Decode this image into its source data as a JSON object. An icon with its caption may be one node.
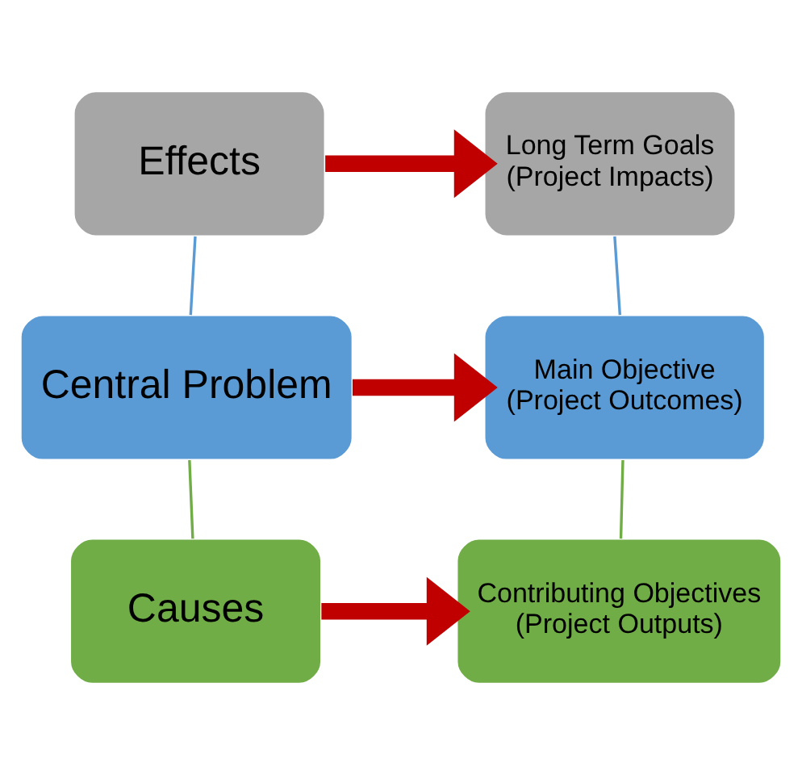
{
  "diagram": {
    "nodes": [
      {
        "text": [
          "Effects"
        ]
      },
      {
        "text": [
          "Long Term Goals",
          "(Project Impacts)"
        ]
      },
      {
        "text": [
          "Central Problem"
        ]
      },
      {
        "text": [
          "Main Objective",
          "(Project Outcomes)"
        ]
      },
      {
        "text": [
          "Causes"
        ]
      },
      {
        "text": [
          "Contributing Objectives",
          "(Project Outputs)"
        ]
      }
    ],
    "edges": [
      {
        "from": 0,
        "to": 1,
        "arrow": "to",
        "style": "thick",
        "color": "#c00000"
      },
      {
        "from": 0,
        "to": 2,
        "arrow": "none",
        "color": "#5b9bd5"
      },
      {
        "from": 1,
        "to": 3,
        "arrow": "none",
        "color": "#5b9bd5"
      },
      {
        "from": 2,
        "to": 3,
        "arrow": "to",
        "style": "thick",
        "color": "#c00000"
      },
      {
        "from": 2,
        "to": 4,
        "arrow": "none",
        "color": "#70ad47"
      },
      {
        "from": 3,
        "to": 5,
        "arrow": "none",
        "color": "#70ad47"
      },
      {
        "from": 4,
        "to": 5,
        "arrow": "to",
        "style": "thick",
        "color": "#c00000"
      }
    ]
  }
}
